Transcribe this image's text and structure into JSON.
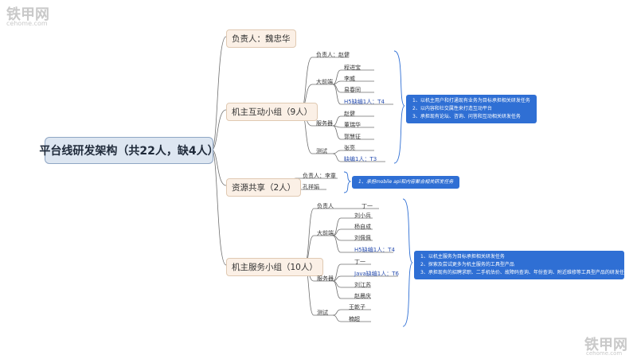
{
  "watermark": {
    "top_brand": "铁甲网",
    "top_domain": "cehome.com",
    "bottom_brand": "铁甲网",
    "bottom_domain": "cehome.com"
  },
  "root": {
    "label": "平台线研发架构（共22人，缺4人）"
  },
  "branches": {
    "lead": {
      "label": "负责人：魏忠华"
    },
    "interact": {
      "label": "机主互动小组（9人）",
      "lead": "负责人：赵健",
      "frontend": {
        "label": "大前端",
        "members": [
          "程进宝",
          "李威",
          "易春同",
          "H5缺编1人：T4"
        ]
      },
      "server": {
        "label": "服务器",
        "members": [
          "赵健",
          "董瑞华",
          "郭慧征"
        ]
      },
      "test": {
        "label": "测试",
        "members": [
          "张亮",
          "缺编1人：T3"
        ]
      },
      "notes": [
        "1、以机主用户和打通现有业务为目标承担相关研发任务",
        "2、以内容和社交属性来打造互动平台",
        "3、承担现有论坛、咨询、问答和互动相关研发任务"
      ]
    },
    "resource": {
      "label": "资源共享（2人）",
      "members": [
        "负责人：李童",
        "孔祥娟"
      ],
      "notes": [
        "1、承担mobile api和内容聚合相关研发任务"
      ]
    },
    "service": {
      "label": "机主服务小组（10人）",
      "lead": "负责人",
      "lead_name": "丁一",
      "frontend": {
        "label": "大前端",
        "members": [
          "刘小兵",
          "杨自成",
          "刘佩佩",
          "H5缺编1人：T4"
        ]
      },
      "server": {
        "label": "服务器",
        "members": [
          "丁一",
          "Java缺编1人：T6",
          "刘江苏",
          "赵晨庆"
        ]
      },
      "test": {
        "label": "测试",
        "members": [
          "王乾子",
          "楠超"
        ]
      },
      "notes": [
        "1、以机主服务为目标承担相关研发任务",
        "2、探索及尝试更多为机主服务的工具型产品",
        "3、承担现有的招聘求职、二手机估价、故障码查询、年份查询、附近维修等工具型产品的研发任务"
      ]
    }
  },
  "colors": {
    "link": "#2a4fb0",
    "note_bg": "#2f6fd4"
  }
}
